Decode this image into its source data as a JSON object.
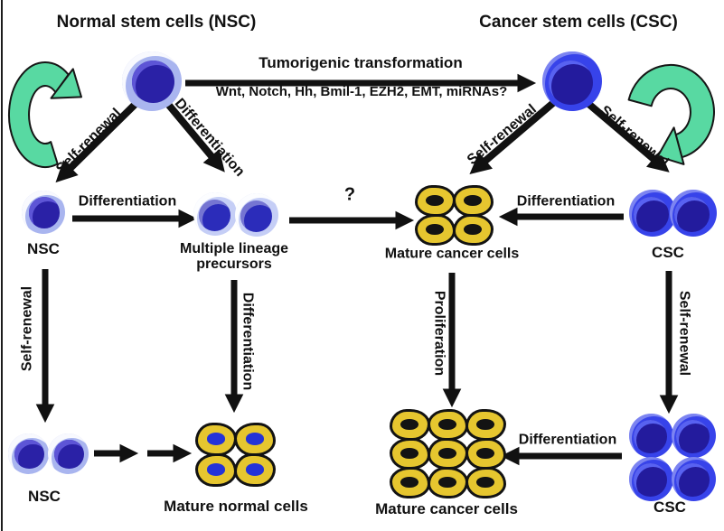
{
  "titles": {
    "normal": "Normal stem cells (NSC)",
    "cancer": "Cancer stem cells (CSC)"
  },
  "arrows": {
    "tumorigenic": "Tumorigenic transformation",
    "pathway": "Wnt, Notch, Hh, Bmil-1, EZH2, EMT, miRNAs?",
    "self_renewal": "Self-renewal",
    "differentiation": "Differentiation",
    "proliferation": "Proliferation",
    "question": "?"
  },
  "cells": {
    "nsc": "NSC",
    "csc": "CSC",
    "multiple_lineage_1": "Multiple lineage",
    "multiple_lineage_2": "precursors",
    "mature_cancer": "Mature cancer cells",
    "mature_normal": "Mature normal cells"
  },
  "colors": {
    "nsc_outer": "#a9b5ef",
    "nsc_inner": "#2a21a6",
    "csc_outer": "#3743ea",
    "csc_inner": "#231b9d",
    "tissue_yellow": "#e6c62f",
    "nucleus_black": "#131313",
    "nucleus_blue": "#2433d8",
    "cycle_arrow_green": "#58d9a2",
    "arrow_black": "#111111"
  }
}
